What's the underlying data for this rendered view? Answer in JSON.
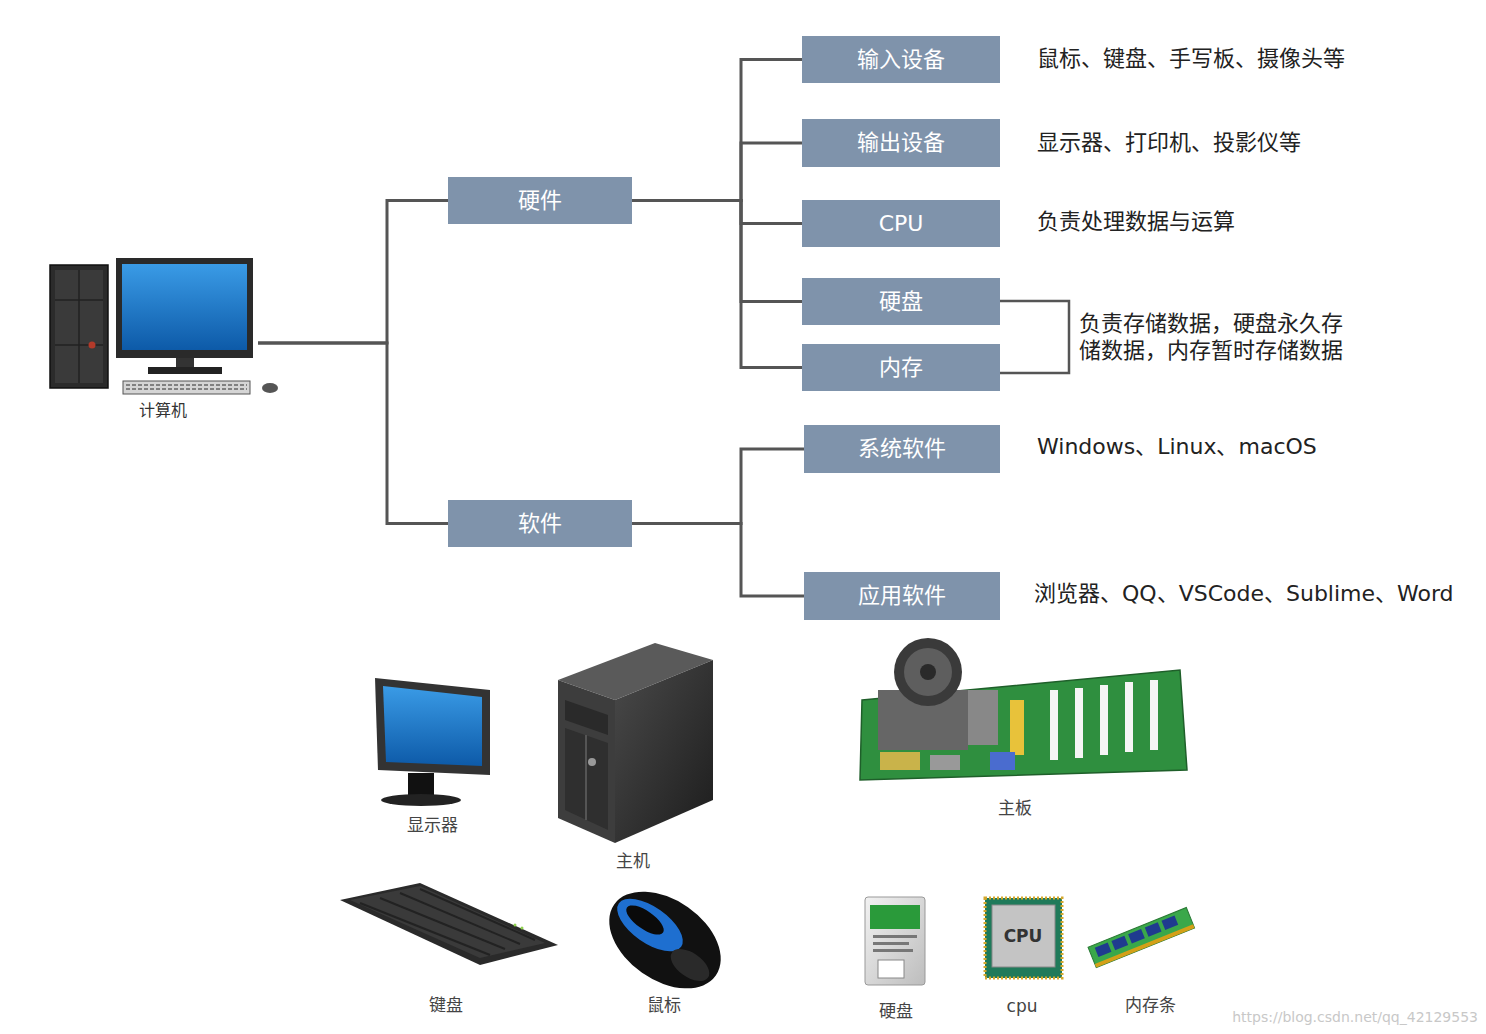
{
  "diagram": {
    "nodes": [
      {
        "text": [
          "计算机"
        ]
      },
      {
        "text": [
          "硬件"
        ]
      },
      {
        "text": [
          "软件"
        ]
      },
      {
        "text": [
          "输入设备"
        ]
      },
      {
        "text": [
          "输出设备"
        ]
      },
      {
        "text": [
          "CPU"
        ]
      },
      {
        "text": [
          "硬盘"
        ]
      },
      {
        "text": [
          "内存"
        ]
      },
      {
        "text": [
          "系统软件"
        ]
      },
      {
        "text": [
          "应用软件"
        ]
      }
    ],
    "edges": [
      {
        "from": 0,
        "to": 1,
        "arrow": "none"
      },
      {
        "from": 0,
        "to": 2,
        "arrow": "none"
      },
      {
        "from": 1,
        "to": 3,
        "arrow": "none"
      },
      {
        "from": 1,
        "to": 4,
        "arrow": "none"
      },
      {
        "from": 1,
        "to": 5,
        "arrow": "none"
      },
      {
        "from": 1,
        "to": 6,
        "arrow": "none"
      },
      {
        "from": 1,
        "to": 7,
        "arrow": "none"
      },
      {
        "from": 2,
        "to": 8,
        "arrow": "none"
      },
      {
        "from": 2,
        "to": 9,
        "arrow": "none"
      }
    ],
    "labels": [
      "鼠标、键盘、手写板、摄像头等",
      "显示器、打印机、投影仪等",
      "负责处理数据与运算",
      "负责存储数据，硬盘永久存储数据，内存暂时存储数据",
      "Windows、Linux、macOS",
      "浏览器、QQ、VSCode、Sublime、Word",
      "显示器",
      "主机",
      "主板",
      "键盘",
      "鼠标",
      "硬盘",
      "CPU",
      "cpu",
      "内存条",
      "https://blog.csdn.net/qq_42129553"
    ]
  }
}
